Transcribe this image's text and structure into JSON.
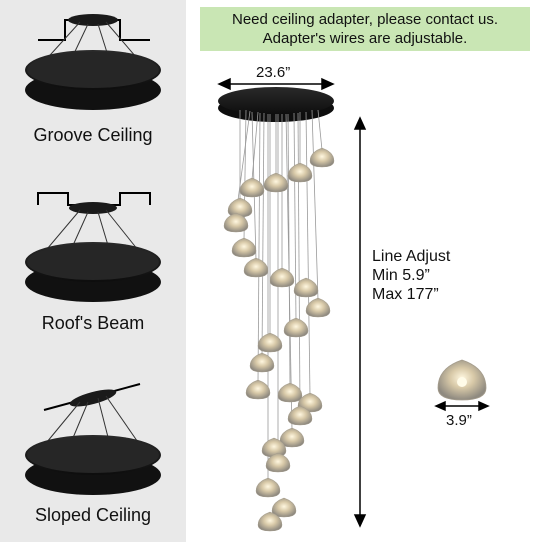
{
  "notice": {
    "line1": "Need ceiling adapter, please contact us.",
    "line2": "Adapter's wires are adjustable."
  },
  "options": [
    {
      "label": "Groove Ceiling"
    },
    {
      "label": "Roof's Beam"
    },
    {
      "label": "Sloped Ceiling"
    }
  ],
  "dimensions": {
    "canopy_width": "23.6”",
    "line_adjust_title": "Line Adjust",
    "line_min": "Min 5.9”",
    "line_max": "Max 177”",
    "pendant_width": "3.9”"
  },
  "colors": {
    "panel_bg": "#e9e9e9",
    "notice_bg": "#c9e6b4",
    "fixture": "#1a1a1a"
  }
}
